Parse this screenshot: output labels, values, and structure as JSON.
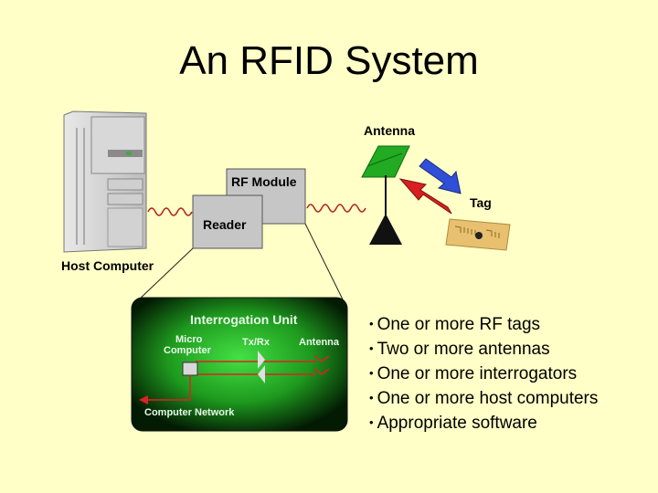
{
  "slide": {
    "title": "An RFID System"
  },
  "diagram": {
    "host_computer_label": "Host Computer",
    "reader_label": "Reader",
    "rf_module_label": "RF Module",
    "antenna_label": "Antenna",
    "tag_label": "Tag",
    "interrogation_unit": {
      "title": "Interrogation Unit",
      "micro_computer_label_line1": "Micro",
      "micro_computer_label_line2": "Computer",
      "txrx_label": "Tx/Rx",
      "antenna_label": "Antenna",
      "network_label": "Computer Network"
    }
  },
  "bullets": [
    "One or more RF tags",
    "Two or more antennas",
    "One or more interrogators",
    "One or more host computers",
    "Appropriate software"
  ],
  "colors": {
    "background": "#ffffc7",
    "wave": "#b02020",
    "panel_green": "#2fd02f",
    "antenna_panel": "#22aa22",
    "arrow_blue": "#2f4fd8",
    "arrow_red": "#d82020",
    "tag": "#e8c070"
  }
}
